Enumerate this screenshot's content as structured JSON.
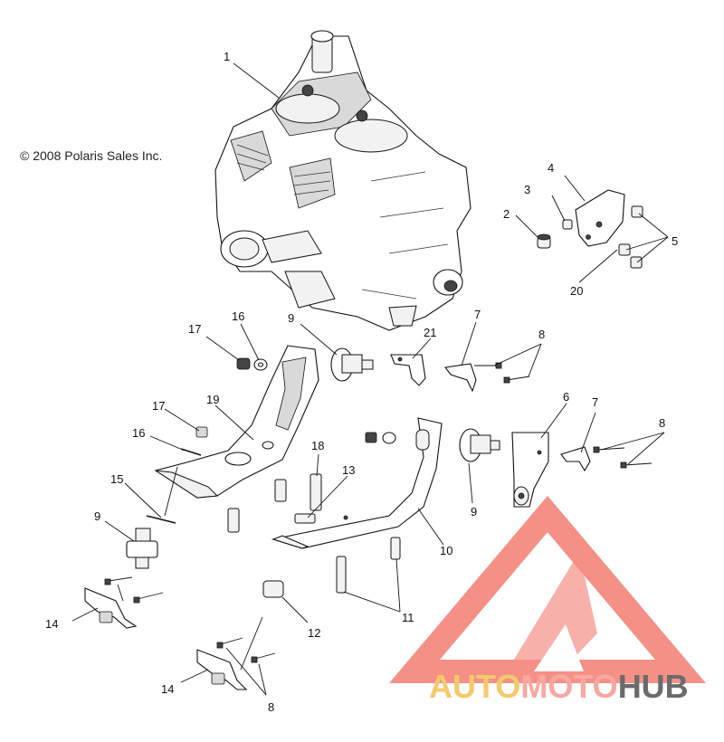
{
  "copyright": "© 2008 Polaris Sales Inc.",
  "watermark": {
    "part1": "AUTO",
    "part2": "MOTO",
    "part3": "HUB",
    "color_auto": "#f5c96a",
    "color_moto": "#f7a8a0",
    "color_hub": "#6b6b6b",
    "logo_color": "#f37d72"
  },
  "callouts": [
    "1",
    "2",
    "3",
    "4",
    "5",
    "20",
    "17",
    "16",
    "9",
    "21",
    "7",
    "8",
    "6",
    "7",
    "8",
    "17",
    "19",
    "16",
    "18",
    "13",
    "15",
    "9",
    "10",
    "9",
    "11",
    "12",
    "14",
    "14",
    "8"
  ]
}
